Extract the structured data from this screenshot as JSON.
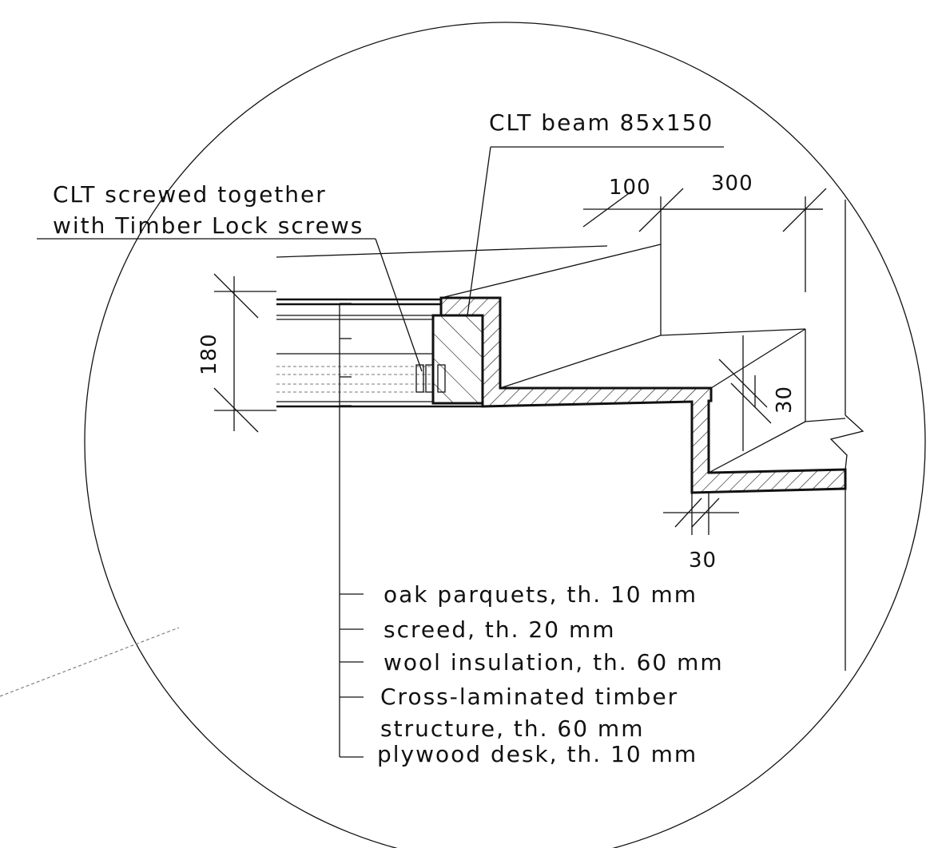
{
  "labels": {
    "beam": "CLT beam 85x150",
    "screwed_line1": "CLT screwed together",
    "screwed_line2": "with Timber Lock screws"
  },
  "dimensions": {
    "d_100": "100",
    "d_300": "300",
    "d_180": "180",
    "d_30_right": "30",
    "d_30_bottom": "30"
  },
  "layers": [
    "oak parquets, th. 10 mm",
    "screed, th. 20 mm",
    "wool insulation, th. 60 mm",
    "Cross-laminated timber",
    "structure, th. 60 mm",
    "plywood desk, th. 10 mm"
  ]
}
